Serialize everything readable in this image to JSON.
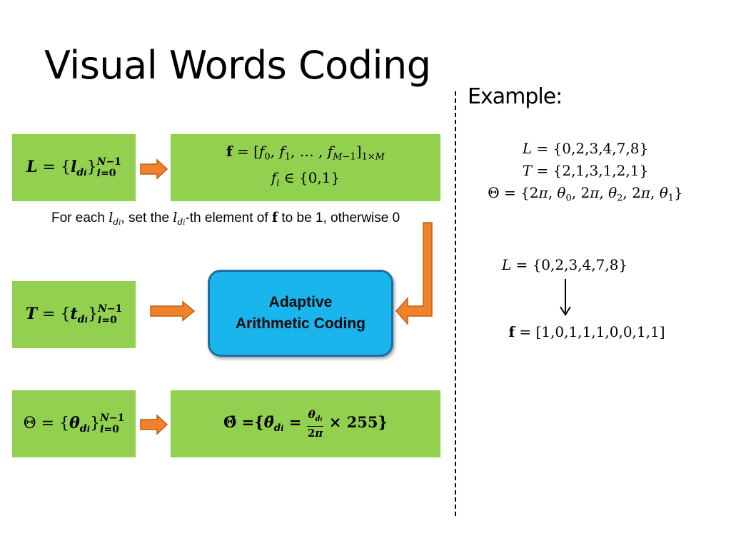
{
  "title": "Visual Words Coding",
  "boxes": {
    "L_lhs": {
      "var": "L",
      "el": "l",
      "sub": "d",
      "subsub": "i",
      "sup": "N−1",
      "low": "i=0"
    },
    "T_lhs": {
      "var": "T",
      "el": "t",
      "sub": "d",
      "subsub": "i",
      "sup": "N−1",
      "low": "i=0"
    },
    "Theta_lhs": {
      "var": "Θ",
      "el": "θ",
      "sub": "d",
      "subsub": "i",
      "sup": "N−1",
      "low": "i=0"
    },
    "f_def": {
      "line1": "f = [f₀, f₁, …, f_{M−1}]_{1×M}",
      "line2": "fᵢ ∈ {0,1}"
    },
    "theta_bar": {
      "text": "Θ̄ ={θ̄_{dᵢ} = θ_{dᵢ}/2π × 255}"
    }
  },
  "note": {
    "prefix": "For each ",
    "mid": ", set the ",
    "suffix": "-th element of ",
    "bold": "f",
    "end": " to be 1, otherwise 0"
  },
  "aac": {
    "line1": "Adaptive",
    "line2": "Arithmetic Coding"
  },
  "example": {
    "heading": "Example:",
    "L": "L = {0,2,3,4,7,8}",
    "T": "T = {2,1,3,1,2,1}",
    "Theta": "Θ = {2π, θ₀, 2π, θ₂, 2π, θ₁}",
    "L2": "L = {0,2,3,4,7,8}",
    "f": "f = [1,0,1,1,1,0,0,1,1]"
  },
  "colors": {
    "green": "#92d050",
    "blue": "#1bb5ee",
    "arrow": "#f0822c"
  }
}
